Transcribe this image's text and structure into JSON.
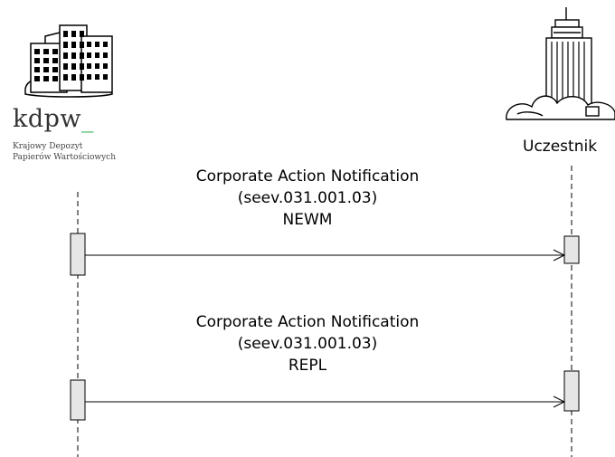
{
  "left_party": {
    "brand": "kdpw",
    "brand_mark": "_",
    "subtitle_line1": "Krajowy Depozyt",
    "subtitle_line2": "Papierów Wartościowych",
    "icon": "office-building-icon"
  },
  "right_party": {
    "label": "Uczestnik",
    "icon": "skyscraper-icon"
  },
  "messages": [
    {
      "title": "Corporate Action Notification",
      "code": "(seev.031.001.03)",
      "function": "NEWM"
    },
    {
      "title": "Corporate Action Notification",
      "code": "(seev.031.001.03)",
      "function": "REPL"
    }
  ],
  "colors": {
    "line": "#000000",
    "activation": "#e6e6e6",
    "accent": "#2bb24c"
  }
}
